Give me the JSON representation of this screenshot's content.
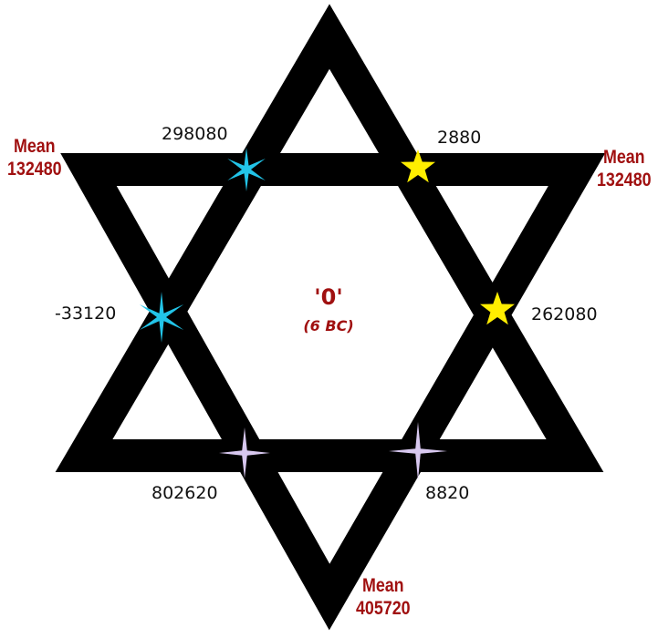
{
  "center": {
    "label": "'0'",
    "sub": "(6 BC)"
  },
  "values": {
    "top_left": "298080",
    "top_right": "2880",
    "left": "-33120",
    "right": "262080",
    "bottom_left": "802620",
    "bottom_right": "8820"
  },
  "means": [
    {
      "label": "Mean",
      "value": "132480"
    },
    {
      "label": "Mean",
      "value": "132480"
    },
    {
      "label": "Mean",
      "value": "405720"
    }
  ],
  "colors": {
    "star_cyan": "#22c4e8",
    "star_yellow": "#ffee00",
    "star_lavender": "#d8c8f0",
    "accent": "#a01010"
  }
}
